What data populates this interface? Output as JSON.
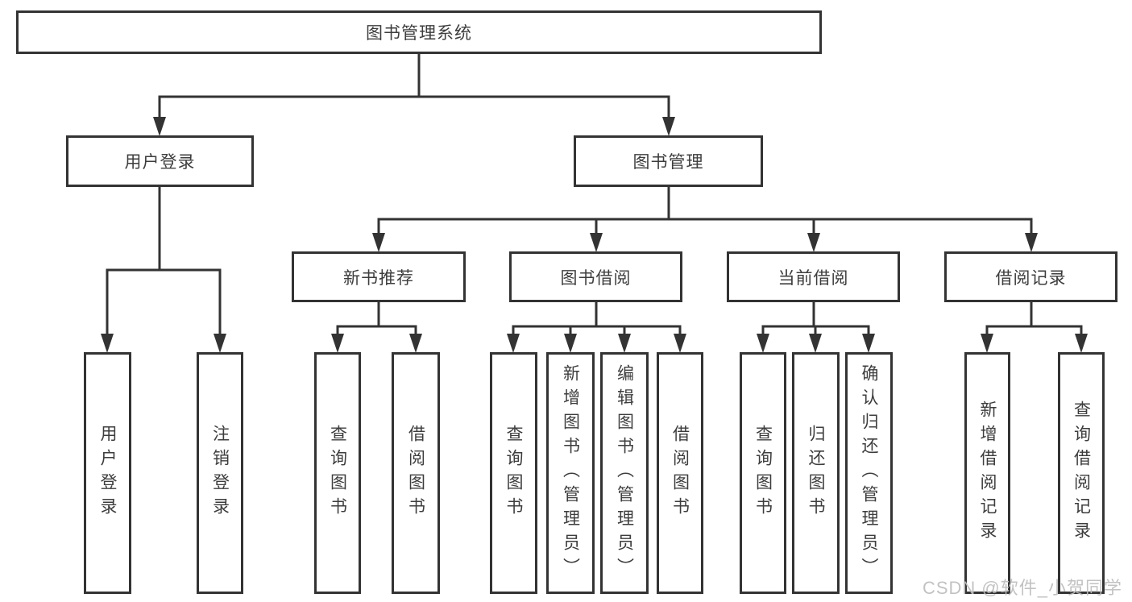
{
  "diagram_type": "hierarchy-tree",
  "root": {
    "label": "图书管理系统"
  },
  "branches": [
    {
      "label": "用户登录",
      "children": [
        {
          "label": "用户登录"
        },
        {
          "label": "注销登录"
        }
      ]
    },
    {
      "label": "图书管理",
      "children": [
        {
          "label": "新书推荐",
          "children": [
            {
              "label": "查询图书"
            },
            {
              "label": "借阅图书"
            }
          ]
        },
        {
          "label": "图书借阅",
          "children": [
            {
              "label": "查询图书"
            },
            {
              "label": "新增图书（管理员）"
            },
            {
              "label": "编辑图书（管理员）"
            },
            {
              "label": "借阅图书"
            }
          ]
        },
        {
          "label": "当前借阅",
          "children": [
            {
              "label": "查询图书"
            },
            {
              "label": "归还图书"
            },
            {
              "label": "确认归还（管理员）"
            }
          ]
        },
        {
          "label": "借阅记录",
          "children": [
            {
              "label": "新增借阅记录"
            },
            {
              "label": "查询借阅记录"
            }
          ]
        }
      ]
    }
  ],
  "watermark": {
    "text": "CSDN @软件_小贺同学"
  },
  "colors": {
    "line": "#333333",
    "text": "#3d3d3d",
    "background": "#ffffff",
    "watermark": "#bdbdbd"
  }
}
